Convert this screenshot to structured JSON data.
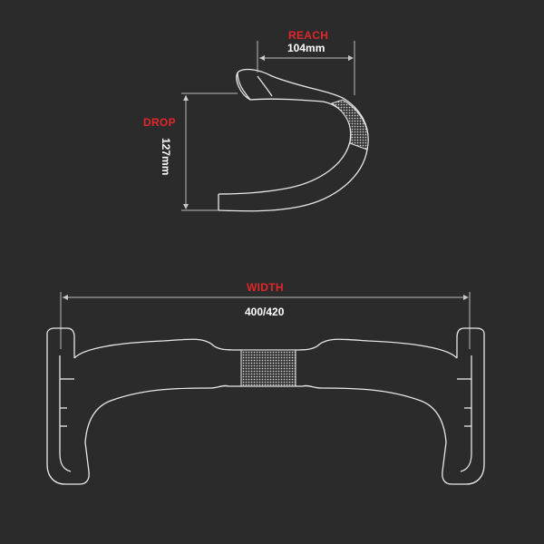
{
  "reach": {
    "label": "REACH",
    "value": "104mm"
  },
  "drop": {
    "label": "DROP",
    "value": "127mm"
  },
  "width": {
    "label": "WIDTH",
    "value": "400/420"
  },
  "colors": {
    "background": "#2b2b2b",
    "outline": "#e8e8e8",
    "label": "#e0272b",
    "value": "#ffffff"
  }
}
